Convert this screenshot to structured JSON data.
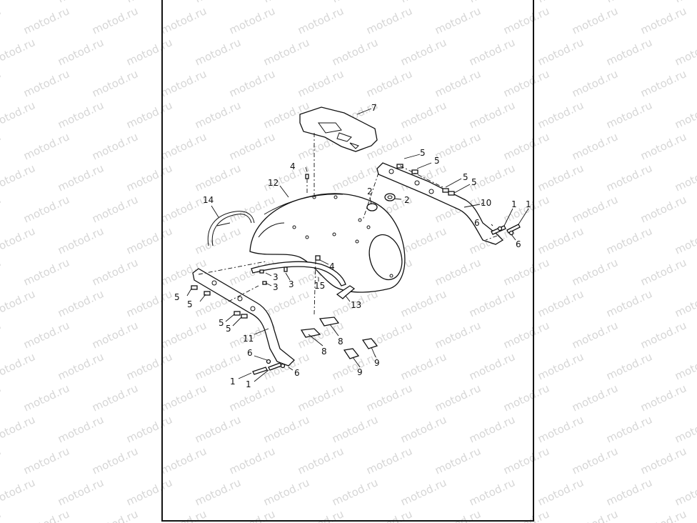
{
  "watermark": {
    "text": "motod.ru",
    "color": "#d6d6d6"
  },
  "diagram": {
    "frame_color": "#111111",
    "callouts": {
      "c1a": "1",
      "c1b": "1",
      "c1c": "1",
      "c1d": "1",
      "c2a": "2",
      "c2b": "2",
      "c3a": "3",
      "c3b": "3",
      "c3c": "3",
      "c4a": "4",
      "c4b": "4",
      "c5a": "5",
      "c5b": "5",
      "c5c": "5",
      "c5d": "5",
      "c5e": "5",
      "c5f": "5",
      "c5g": "5",
      "c5h": "5",
      "c6a": "6",
      "c6b": "6",
      "c6c": "6",
      "c6d": "6",
      "c7": "7",
      "c8a": "8",
      "c8b": "8",
      "c9a": "9",
      "c9b": "9",
      "c10": "10",
      "c11": "11",
      "c12": "12",
      "c13": "13",
      "c14": "14",
      "c15": "15"
    }
  }
}
